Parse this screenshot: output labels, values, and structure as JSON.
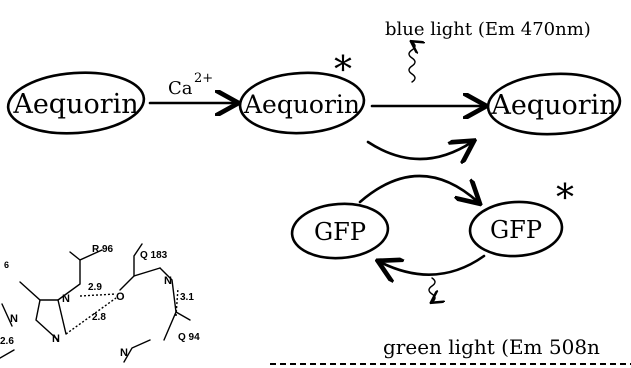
{
  "nodes": {
    "aequorin_1": "Aequorin",
    "aequorin_2": "Aequorin",
    "aequorin_3": "Aequorin",
    "gfp_1": "GFP",
    "gfp_2": "GFP"
  },
  "labels": {
    "calcium": "Ca",
    "calcium_charge": "2+",
    "excited_1": "*",
    "excited_2": "*",
    "blue_light": "blue light (Em 470nm)",
    "green_light": "green light (Em 508n"
  },
  "structure": {
    "residues": [
      "R 96",
      "Q 183",
      "Q 94"
    ],
    "distances": [
      "2.9",
      "2.8",
      "3.1"
    ],
    "atoms": [
      "N",
      "N",
      "O",
      "N",
      "N",
      "N"
    ],
    "partial": [
      "6",
      "2.6"
    ]
  }
}
